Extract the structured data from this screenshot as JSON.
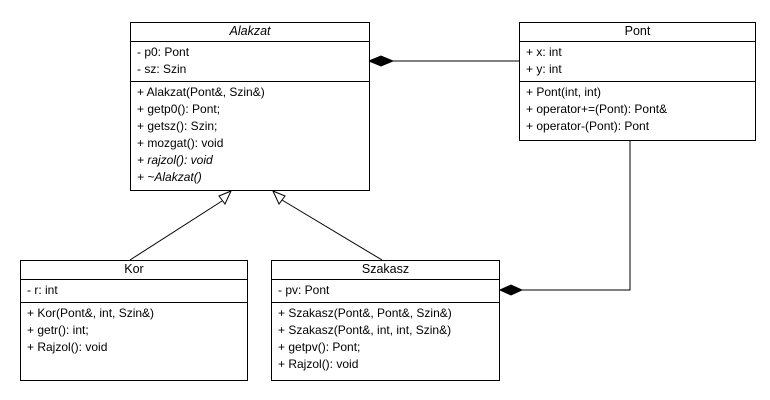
{
  "classes": {
    "alakzat": {
      "name": "Alakzat",
      "attributes": [
        "- p0: Pont",
        "- sz: Szin"
      ],
      "operations": [
        "+ Alakzat(Pont&, Szin&)",
        "+ getp0(): Pont;",
        "+ getsz(): Szin;",
        "+ mozgat(): void",
        "+ rajzol(): void",
        "+ ~Alakzat()"
      ]
    },
    "pont": {
      "name": "Pont",
      "attributes": [
        "+ x: int",
        "+ y: int"
      ],
      "operations": [
        "+ Pont(int, int)",
        "+ operator+=(Pont): Pont&",
        "+ operator-(Pont): Pont"
      ]
    },
    "kor": {
      "name": "Kor",
      "attributes": [
        "- r: int"
      ],
      "operations": [
        "+ Kor(Pont&, int,  Szin&)",
        "+ getr(): int;",
        "+ Rajzol(): void"
      ]
    },
    "szakasz": {
      "name": "Szakasz",
      "attributes": [
        "- pv: Pont"
      ],
      "operations": [
        "+ Szakasz(Pont&, Pont&, Szin&)",
        "+ Szakasz(Pont&, int, int, Szin&)",
        "+ getpv(): Pont;",
        "+ Rajzol(): void"
      ]
    }
  },
  "colors": {
    "line": "#000000",
    "background": "#ffffff"
  }
}
